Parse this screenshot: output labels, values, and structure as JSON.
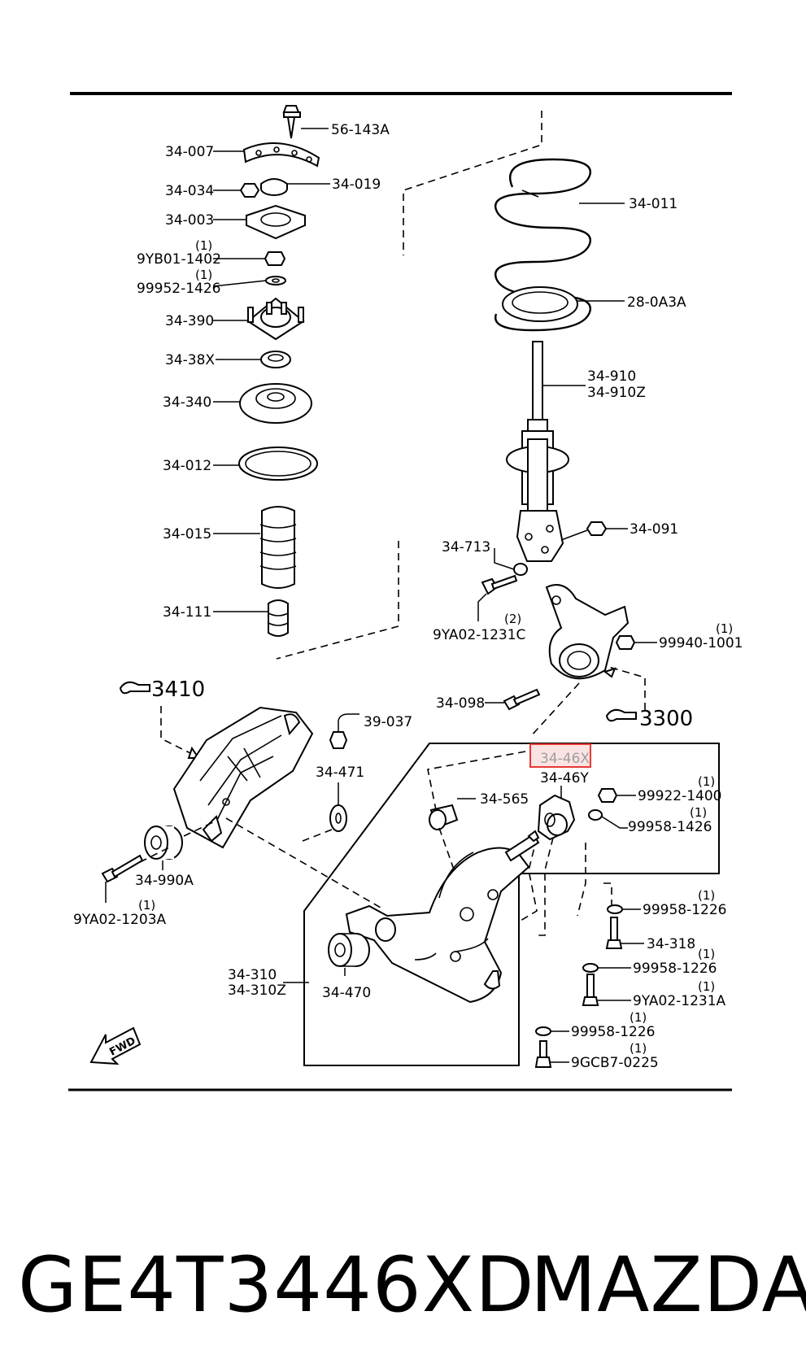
{
  "parts": {
    "p56_143A": "56-143A",
    "p34_007": "34-007",
    "p34_034": "34-034",
    "p34_019": "34-019",
    "p34_003": "34-003",
    "p9YB01_1402": "9YB01-1402",
    "p9YB01_1402_qty": "(1)",
    "p99952_1426": "99952-1426",
    "p99952_1426_qty": "(1)",
    "p34_390": "34-390",
    "p34_38X": "34-38X",
    "p34_340": "34-340",
    "p34_012": "34-012",
    "p34_015": "34-015",
    "p34_111": "34-111",
    "p34_011": "34-011",
    "p28_0A3A": "28-0A3A",
    "p34_910": "34-910",
    "p34_910Z": "34-910Z",
    "p34_713": "34-713",
    "p34_091": "34-091",
    "p9YA02_1231C": "9YA02-1231C",
    "p9YA02_1231C_qty": "(2)",
    "p99940_1001": "99940-1001",
    "p99940_1001_qty": "(1)",
    "p34_098": "34-098",
    "ref3300": "3300",
    "ref3410": "3410",
    "p39_037": "39-037",
    "p34_471": "34-471",
    "p34_46X": "34-46X",
    "p34_46Y": "34-46Y",
    "p34_565": "34-565",
    "p99922_1400": "99922-1400",
    "p99922_1400_qty": "(1)",
    "p99958_1426": "99958-1426",
    "p99958_1426_qty": "(1)",
    "p34_990A": "34-990A",
    "p9YA02_1203A": "9YA02-1203A",
    "p9YA02_1203A_qty": "(1)",
    "p99958_1226_a": "99958-1226",
    "p99958_1226_a_qty": "(1)",
    "p34_318": "34-318",
    "p99958_1226_b": "99958-1226",
    "p99958_1226_b_qty": "(1)",
    "p9YA02_1231A": "9YA02-1231A",
    "p9YA02_1231A_qty": "(1)",
    "p34_310": "34-310",
    "p34_310Z": "34-310Z",
    "p34_470": "34-470",
    "p99958_1226_c": "99958-1226",
    "p99958_1226_c_qty": "(1)",
    "p9GCB7_0225": "9GCB7-0225",
    "p9GCB7_0225_qty": "(1)",
    "fwd": "FWD"
  },
  "caption": {
    "part_number": "GE4T3446XD",
    "brand": "MAZDA"
  },
  "highlight_color": "#e53935"
}
